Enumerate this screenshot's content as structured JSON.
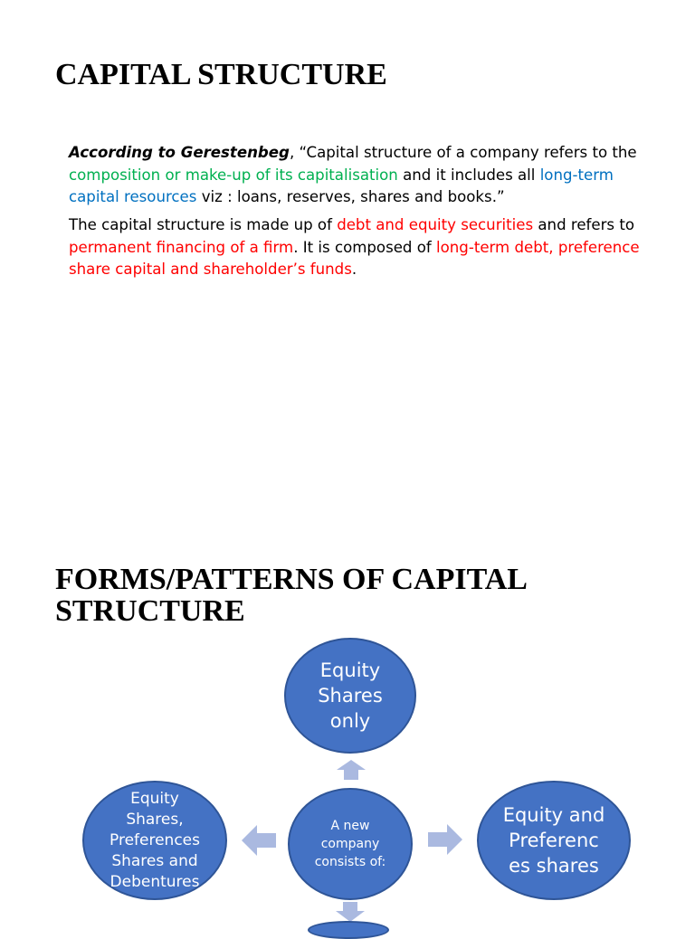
{
  "section1": {
    "title": "CAPITAL STRUCTURE",
    "para1": {
      "author": "According to Gerestenbeg",
      "t1": ", “Capital structure of a company refers to the ",
      "green": "composition or make-up of its capitalisation",
      "t2": " and it includes all ",
      "blue": "long-term capital resources",
      "t3": " viz : loans, reserves, shares and books.”"
    },
    "para2": {
      "t1": " The capital structure is made up of ",
      "red1": "debt and equity securities",
      "t2": " and refers to ",
      "red2": "permanent financing of a firm",
      "t3": ". It is composed of ",
      "red3": "long-term debt, preference share capital and shareholder’s funds",
      "t4": "."
    }
  },
  "section2": {
    "title": "FORMS/PATTERNS OF CAPITAL STRUCTURE",
    "diagram": {
      "top": [
        "Equity",
        "Shares",
        "only"
      ],
      "center": [
        "A new",
        "company",
        "consists of:"
      ],
      "right": [
        "Equity and",
        "Preferenc",
        "es  shares"
      ],
      "left": [
        "Equity",
        "Shares,",
        "Preferences",
        "Shares and",
        "Debentures"
      ]
    }
  },
  "colors": {
    "node_fill": "#4472c4",
    "arrow_fill": "#aab9e0",
    "green_text": "#00b050",
    "blue_text": "#0070c0",
    "red_text": "#ff0000"
  }
}
